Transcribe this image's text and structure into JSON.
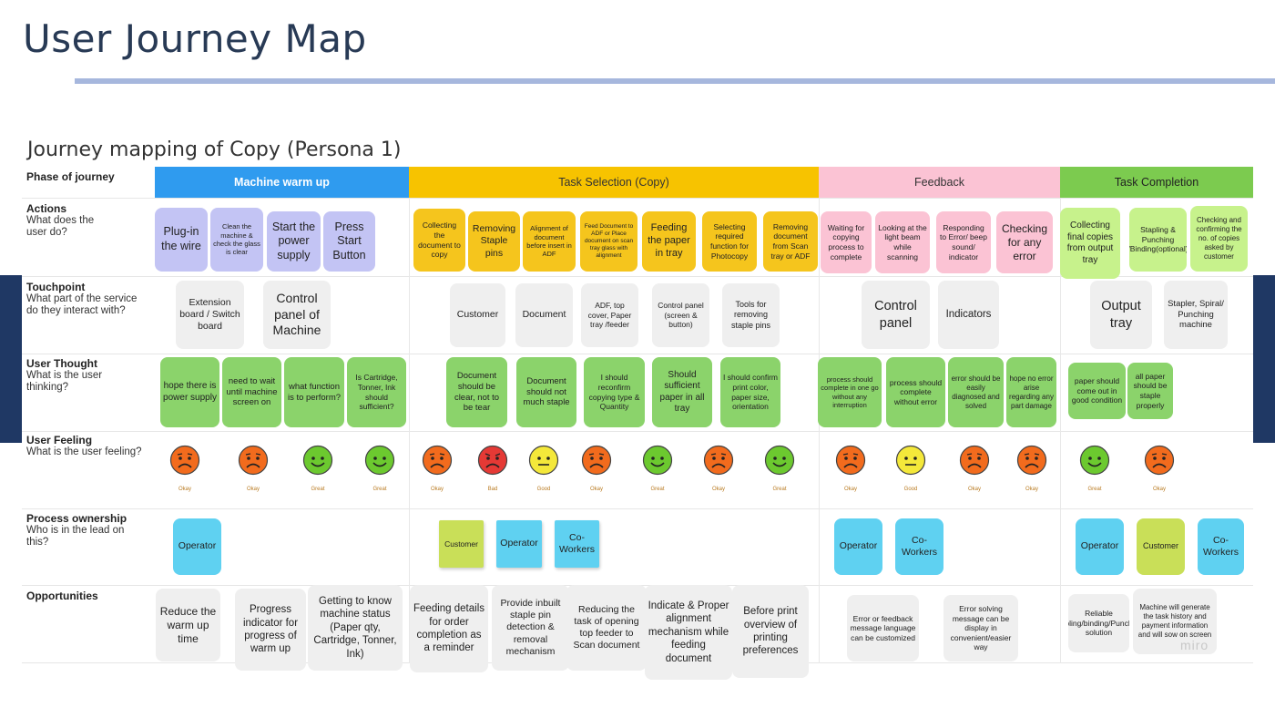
{
  "slide": {
    "title": "User Journey Map",
    "subtitle": "Journey mapping of Copy (Persona 1)",
    "watermark": "miro"
  },
  "rows": [
    {
      "title": "Phase of journey",
      "question": ""
    },
    {
      "title": "Actions",
      "question": "What does the user do?"
    },
    {
      "title": "Touchpoint",
      "question": "What part of the service do they interact with?"
    },
    {
      "title": "User Thought",
      "question": "What is the user thinking?"
    },
    {
      "title": "User Feeling",
      "question": "What is the user feeling?"
    },
    {
      "title": "Process ownership",
      "question": "Who is in the lead on this?"
    },
    {
      "title": "Opportunities",
      "question": ""
    }
  ],
  "phases": [
    {
      "label": "Machine warm up",
      "bg": "#2f9bef",
      "fg": "#ffffff"
    },
    {
      "label": "Task Selection (Copy)",
      "bg": "#f7c300",
      "fg": "#333333"
    },
    {
      "label": "Feedback",
      "bg": "#fbc3d4",
      "fg": "#333333"
    },
    {
      "label": "Task Completion",
      "bg": "#7ccb4f",
      "fg": "#222222"
    }
  ],
  "actions": [
    "Plug-in the wire",
    "Clean the machine & check the glass is clear",
    "Start the power supply",
    "Press Start Button",
    "Collecting the document to copy",
    "Removing Staple pins",
    "Alignment of document before insert in ADF",
    "Feed Document to ADF or Place document on scan tray glass with alignment",
    "Feeding the paper in tray",
    "Selecting required function for Photocopy",
    "Removing document from Scan tray or ADF",
    "Waiting for copying process to complete",
    "Looking at the light beam while scanning",
    "Responding to Error/ beep sound/ indicator",
    "Checking for any error",
    "Collecting final copies from output tray",
    "Stapling & Punching /Binding(optional)",
    "Checking and confirming the no. of copies asked by customer"
  ],
  "touchpoints": [
    "Extension board / Switch board",
    "Control panel of Machine",
    "Customer",
    "Document",
    "ADF, top cover, Paper tray /feeder",
    "Control panel (screen & button)",
    "Tools for removing staple pins",
    "Control panel",
    "Indicators",
    "Output tray",
    "Stapler, Spiral/ Punching machine"
  ],
  "thoughts": [
    "hope there is power supply",
    "need to wait until machine screen on",
    "what function is to perform?",
    "Is Cartridge, Tonner, Ink should sufficient?",
    "Document should be clear, not to be tear",
    "Document should not much staple",
    "I should reconfirm copying type & Quantity",
    "Should sufficient paper in all tray",
    "I should confirm print color, paper size, orientation",
    "process should complete in one go without any interruption",
    "process should complete without error",
    "error should be easily diagnosed and solved",
    "hope no error arise regarding any part damage",
    "paper should come out in good condition",
    "all paper should be staple properly"
  ],
  "feelings": [
    {
      "mood": "Okay",
      "face": "sad"
    },
    {
      "mood": "Okay",
      "face": "sad"
    },
    {
      "mood": "Great",
      "face": "happy"
    },
    {
      "mood": "Great",
      "face": "happy"
    },
    {
      "mood": "Okay",
      "face": "sad"
    },
    {
      "mood": "Bad",
      "face": "bad"
    },
    {
      "mood": "Good",
      "face": "neutral"
    },
    {
      "mood": "Okay",
      "face": "sad"
    },
    {
      "mood": "Great",
      "face": "happy"
    },
    {
      "mood": "Okay",
      "face": "sad"
    },
    {
      "mood": "Great",
      "face": "happy"
    },
    {
      "mood": "Okay",
      "face": "sad"
    },
    {
      "mood": "Good",
      "face": "neutral"
    },
    {
      "mood": "Okay",
      "face": "sad"
    },
    {
      "mood": "Okay",
      "face": "sad"
    },
    {
      "mood": "Great",
      "face": "happy"
    },
    {
      "mood": "Okay",
      "face": "sad"
    }
  ],
  "face_colors": {
    "sad": "#f26b1d",
    "bad": "#e53935",
    "neutral": "#f4e83a",
    "happy": "#6cc92f"
  },
  "owners": [
    "Operator",
    "Customer",
    "Operator",
    "Co-Workers",
    "Operator",
    "Co-Workers",
    "Operator",
    "Customer",
    "Co-Workers"
  ],
  "opportunities": [
    "Reduce the warm up time",
    "Progress indicator for progress of warm up",
    "Getting to know machine status (Paper qty, Cartridge, Tonner, Ink)",
    "Feeding details for order completion as a reminder",
    "Provide inbuilt staple pin detection & removal mechanism",
    "Reducing the task of opening top feeder to Scan document",
    "Indicate & Proper alignment mechanism while feeding document",
    "Before print overview of printing preferences",
    "Error or feedback message language can be customized",
    "Error solving message can be display in convenient/easier way",
    "Reliable stapling/binding/Punching solution",
    "Machine will generate the task history and payment information and will sow on screen"
  ]
}
